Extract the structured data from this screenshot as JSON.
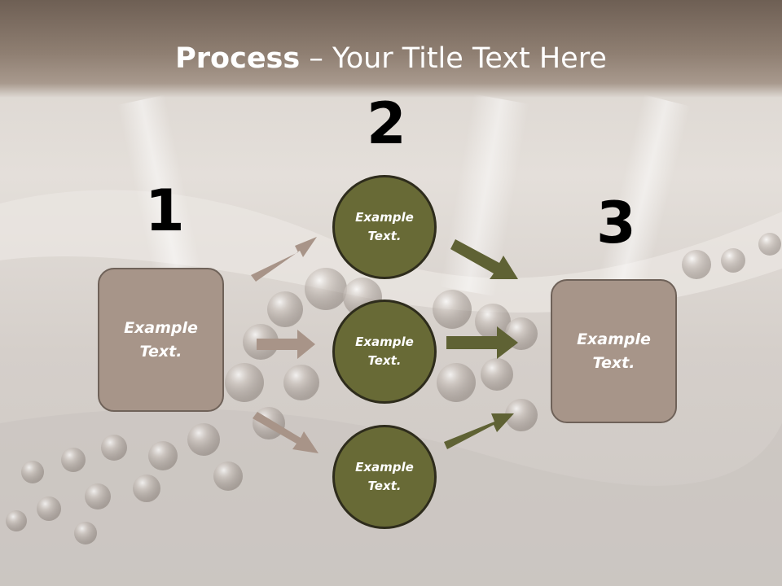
{
  "title": {
    "bold": "Process",
    "rest": " – Your Title Text Here"
  },
  "steps": [
    "1",
    "2",
    "3"
  ],
  "left_box": {
    "text": "Example\nText."
  },
  "circles": [
    {
      "text": "Example\nText."
    },
    {
      "text": "Example\nText."
    },
    {
      "text": "Example\nText."
    }
  ],
  "right_box": {
    "text": "Example\nText."
  },
  "colors": {
    "header": "#7f6f63",
    "box_fill": "#a79589",
    "box_border": "#6f6259",
    "circle_fill": "#686a36",
    "circle_border": "#2e2c1c",
    "arrow_left": "#a89488",
    "arrow_right": "#5f6234"
  }
}
